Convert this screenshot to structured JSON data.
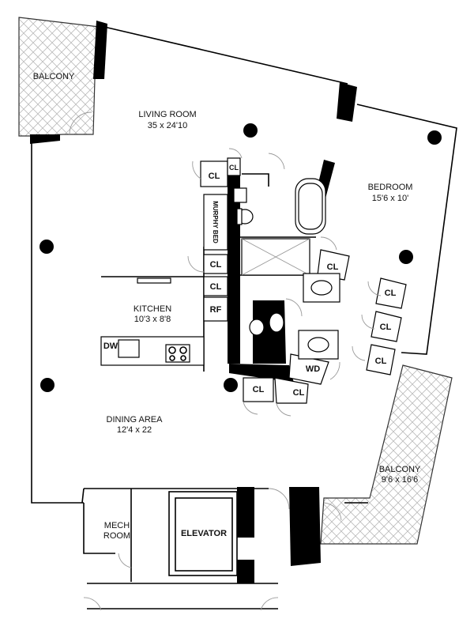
{
  "rooms": {
    "balcony_nw": "BALCONY",
    "living_name": "LIVING ROOM",
    "living_dims": "35 x 24'10",
    "bedroom_name": "BEDROOM",
    "bedroom_dims": "15'6 x 10'",
    "kitchen_name": "KITCHEN",
    "kitchen_dims": "10'3 x 8'8",
    "dining_name": "DINING AREA",
    "dining_dims": "12'4 x 22",
    "balcony_se_name": "BALCONY",
    "balcony_se_dims": "9'6 x 16'6",
    "mech_line1": "MECH",
    "mech_line2": "ROOM",
    "elevator": "ELEVATOR"
  },
  "fixtures": {
    "closet": "CL",
    "murphy_bed": "MURPHY BED",
    "refrigerator": "RF",
    "dishwasher": "DW",
    "washer_dryer": "WD"
  },
  "colors": {
    "wall": "#000000",
    "hatch": "#bbbbbb",
    "background": "#ffffff"
  }
}
